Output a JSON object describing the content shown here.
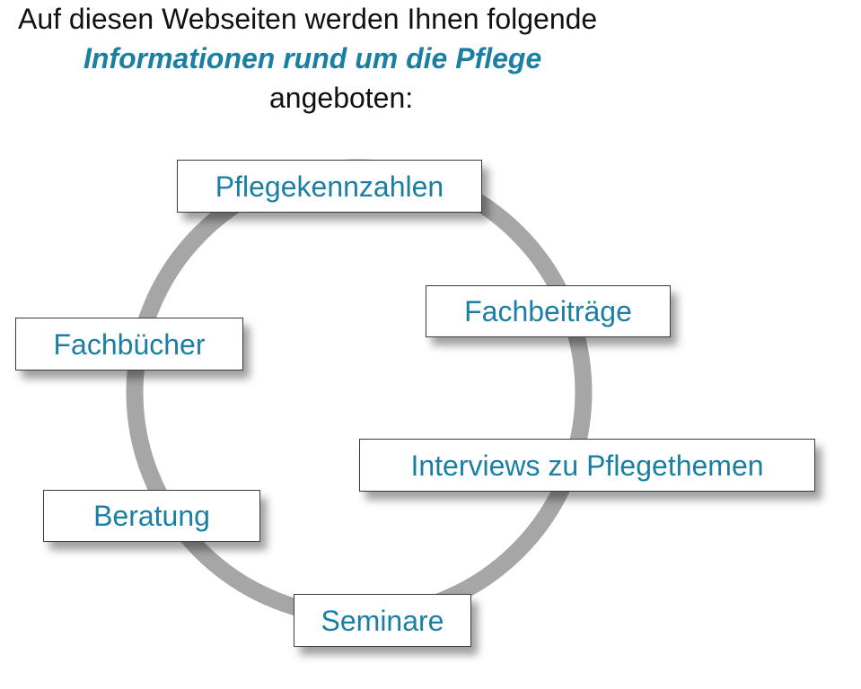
{
  "heading": {
    "line1": "Auf diesen Webseiten werden Ihnen folgende",
    "line2": "Informationen rund um die Pflege",
    "line3": "angeboten:"
  },
  "nodes": {
    "pflegekennzahlen": "Pflegekennzahlen",
    "fachbeitraege": "Fachbeiträge",
    "fachbuecher": "Fachbücher",
    "interviews": "Interviews zu Pflegethemen",
    "beratung": "Beratung",
    "seminare": "Seminare"
  },
  "colors": {
    "accent": "#1a7fa3",
    "ring": "#a6a6a6",
    "text": "#111111"
  }
}
